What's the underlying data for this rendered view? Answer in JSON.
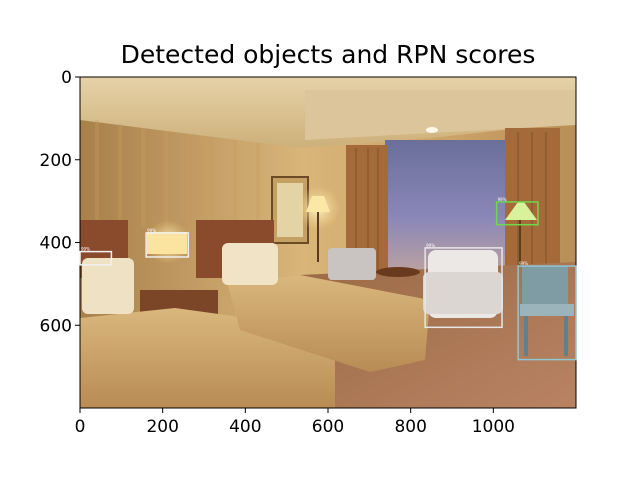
{
  "figure": {
    "title": "Detected objects and RPN scores"
  },
  "image_extent": {
    "width": 1200,
    "height": 800
  },
  "axes": {
    "x_ticks": [
      {
        "value": 0,
        "label": "0"
      },
      {
        "value": 200,
        "label": "200"
      },
      {
        "value": 400,
        "label": "400"
      },
      {
        "value": 600,
        "label": "600"
      },
      {
        "value": 800,
        "label": "800"
      },
      {
        "value": 1000,
        "label": "1000"
      }
    ],
    "y_ticks": [
      {
        "value": 0,
        "label": "0"
      },
      {
        "value": 200,
        "label": "200"
      },
      {
        "value": 400,
        "label": "400"
      },
      {
        "value": 600,
        "label": "600"
      }
    ]
  },
  "detections": [
    {
      "name": "detection-box-wall-sconce-left",
      "x1": 0,
      "y1": 422,
      "x2": 76,
      "y2": 454,
      "color": "#f2f2f2",
      "score": "99%"
    },
    {
      "name": "detection-box-bedside-lamp",
      "x1": 160,
      "y1": 377,
      "x2": 262,
      "y2": 435,
      "color": "#f0f0f0",
      "score": "99%"
    },
    {
      "name": "detection-box-floor-lamp",
      "x1": 1008,
      "y1": 302,
      "x2": 1108,
      "y2": 357,
      "color": "#6ed84a",
      "score": "99%"
    },
    {
      "name": "detection-box-armchair",
      "x1": 835,
      "y1": 413,
      "x2": 1021,
      "y2": 605,
      "color": "#e6e6e6",
      "score": "99%"
    },
    {
      "name": "detection-box-side-chair",
      "x1": 1060,
      "y1": 457,
      "x2": 1200,
      "y2": 683,
      "color": "#8ec7d6",
      "score": "99%"
    }
  ]
}
